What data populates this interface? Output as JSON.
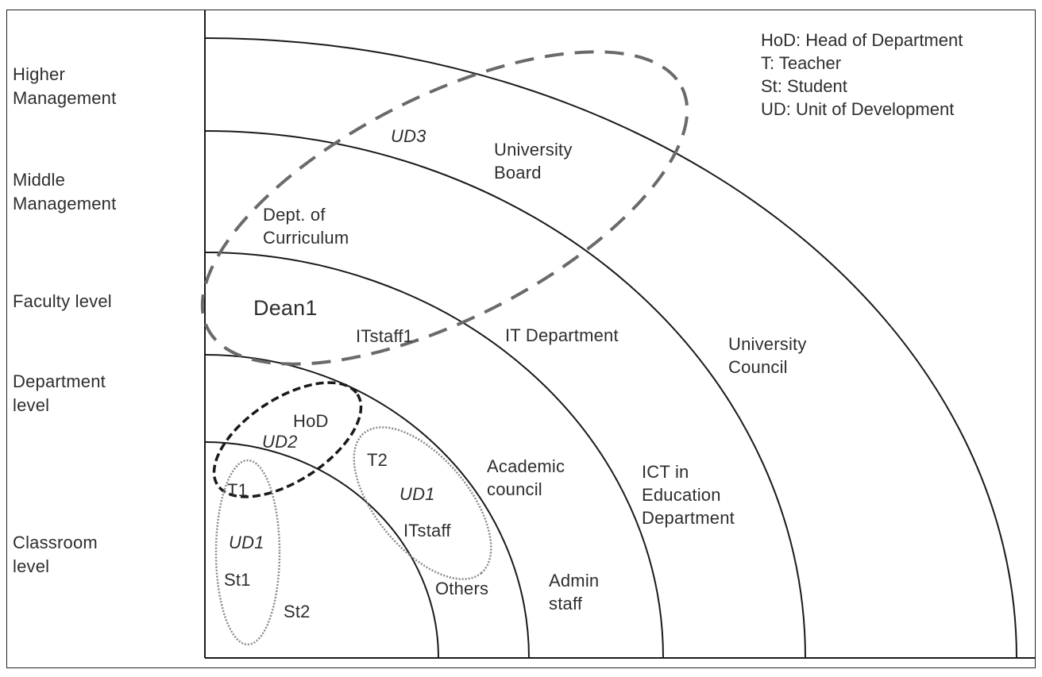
{
  "levels": [
    {
      "label": "Higher\nManagement",
      "lines": [
        "Higher",
        "Management"
      ]
    },
    {
      "label": "Middle\nManagement",
      "lines": [
        "Middle",
        "Management"
      ]
    },
    {
      "label": "Faculty level",
      "lines": [
        "Faculty level"
      ]
    },
    {
      "label": "Department\nlevel",
      "lines": [
        "Department",
        "level"
      ]
    },
    {
      "label": "Classroom\nlevel",
      "lines": [
        "Classroom",
        "level"
      ]
    }
  ],
  "legend": [
    "HoD: Head of Department",
    "T: Teacher",
    "St: Student",
    "UD: Unit of Development"
  ],
  "nodes": {
    "ud3": "UD3",
    "university_board": [
      "University",
      "Board"
    ],
    "dept_curriculum": [
      "Dept. of",
      "Curriculum"
    ],
    "dean1": "Dean1",
    "itstaff1": "ITstaff1",
    "it_department": "IT Department",
    "university_council": [
      "University",
      "Council"
    ],
    "hod": "HoD",
    "ud2": "UD2",
    "t1": "T1",
    "ud1_left": "UD1",
    "st1": "St1",
    "st2": "St2",
    "t2": "T2",
    "ud1_right": "UD1",
    "itstaff": "ITstaff",
    "others": "Others",
    "academic_council": [
      "Academic",
      "council"
    ],
    "admin_staff": [
      "Admin",
      "staff"
    ],
    "ict_education": [
      "ICT in",
      "Education",
      "Department"
    ]
  },
  "colors": {
    "line": "#1a1a1a",
    "ud3_dash": "#6a6a6a",
    "ud2_dash": "#1a1a1a",
    "ud1_dot": "#8a8a8a"
  }
}
